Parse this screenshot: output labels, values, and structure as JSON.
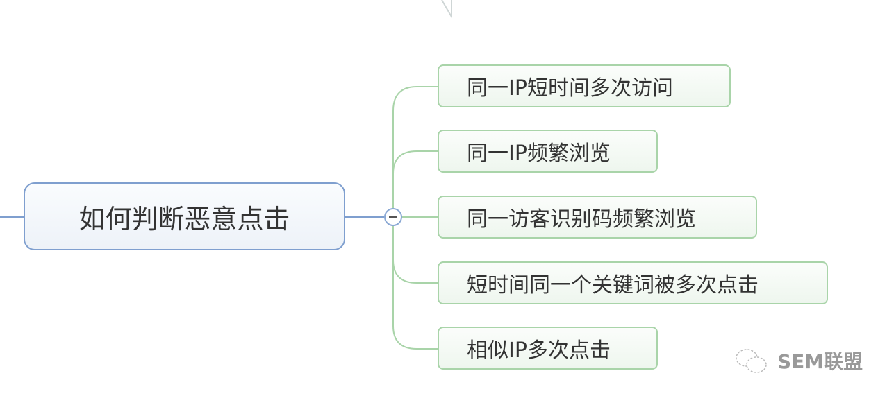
{
  "central_topic": "如何判断恶意点击",
  "subtopics": [
    "同一IP短时间多次访问",
    "同一IP频繁浏览",
    "同一访客识别码频繁浏览",
    "短时间同一个关键词被多次点击",
    "相似IP多次点击"
  ],
  "watermark": "SEM联盟",
  "colors": {
    "central_border": "#7f9fcf",
    "branch": "#a9d4a9"
  }
}
